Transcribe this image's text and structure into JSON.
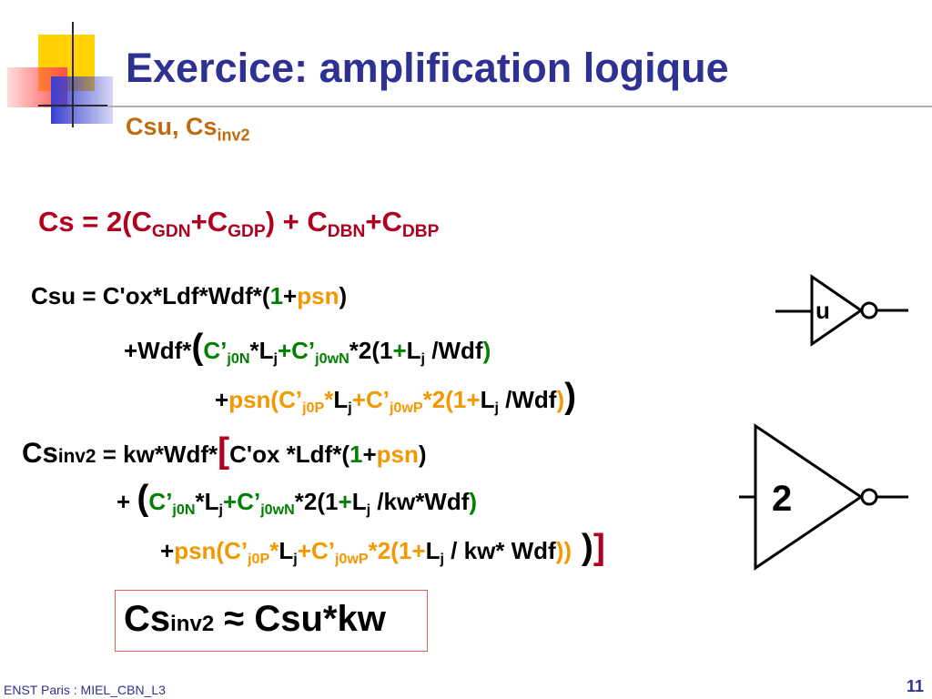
{
  "slide": {
    "title": "Exercice: amplification logique",
    "subtitle": {
      "main": "Csu, Cs",
      "sub": "inv2"
    },
    "footer": "ENST Paris : MIEL_CBN_L3",
    "page_number": "11"
  },
  "equations": {
    "cs": {
      "a": "Cs = 2(C",
      "s1": "GDN",
      "b": "+C",
      "s2": "GDP",
      "c": ") + C",
      "s3": "DBN",
      "d": "+C",
      "s4": "DBP"
    },
    "csu_line1": {
      "a": "Csu = C'ox*Ldf*Wdf*(",
      "one": "1",
      "plus": "+",
      "psn": "psn",
      "close": ")"
    },
    "csu_line2": {
      "a": "+Wdf*",
      "lp": "(",
      "c1": "C’",
      "s1": "j0N",
      "m1": "*",
      "l1": "L",
      "s2": "j",
      "p1": "+",
      "c2": "C’",
      "s3": "j0wN",
      "rest": "*2(1",
      "p2": "+",
      "l2": "L",
      "s4": "j",
      "tail": " /Wdf",
      "rp": ")"
    },
    "csu_line3": {
      "a": "+",
      "psn": "psn(C’",
      "s1": "j0P",
      "m1": "*",
      "l1": "L",
      "s2": "j",
      "p1": "+C’",
      "s3": "j0wP",
      "rest": "*2(1",
      "p2": "+",
      "l2": "L",
      "s4": "j",
      "tail": " /Wdf",
      "rp1": ")",
      "rp2": ")"
    },
    "csinv_line1": {
      "cs": "Cs",
      "inv": "inv2",
      "a": " = kw*Wdf*",
      "lb": "[",
      "b": "C'ox *Ldf*(",
      "one": "1",
      "plus": "+",
      "psn": "psn",
      "close": ")"
    },
    "csinv_line2": {
      "a": "+ ",
      "lp": "(",
      "c1": "C’",
      "s1": "j0N",
      "m1": "*",
      "l1": "L",
      "s2": "j",
      "p1": "+",
      "c2": "C’",
      "s3": "j0wN",
      "rest": "*2(1",
      "p2": "+",
      "l2": "L",
      "s4": "j",
      "tail": " /kw*Wdf",
      "rp": ")"
    },
    "csinv_line3": {
      "a": "+",
      "psn": "psn(C’",
      "s1": "j0P",
      "m1": "*",
      "l1": "L",
      "s2": "j",
      "p1": "+C’",
      "s3": "j0wP",
      "rest": "*2(1",
      "p2": "+",
      "l2": "L",
      "s4": "j",
      "tail": " / kw* Wdf",
      "rp1": "))",
      "rp2": " )",
      "rb": "]"
    },
    "result": {
      "cs": "Cs",
      "inv": "inv2",
      "rest": " ≈ Csu*kw"
    }
  },
  "diagram": {
    "inverter_small_label": "u",
    "inverter_large_label": "2"
  },
  "colors": {
    "title": "#2e3192",
    "subtitle": "#c06a0c",
    "cs_equation": "#b00020",
    "green": "#008000",
    "orange": "#f39800",
    "deco_yellow": "#ffd200",
    "deco_red": "#ff4f4f",
    "deco_blue": "#3a3fd0"
  }
}
